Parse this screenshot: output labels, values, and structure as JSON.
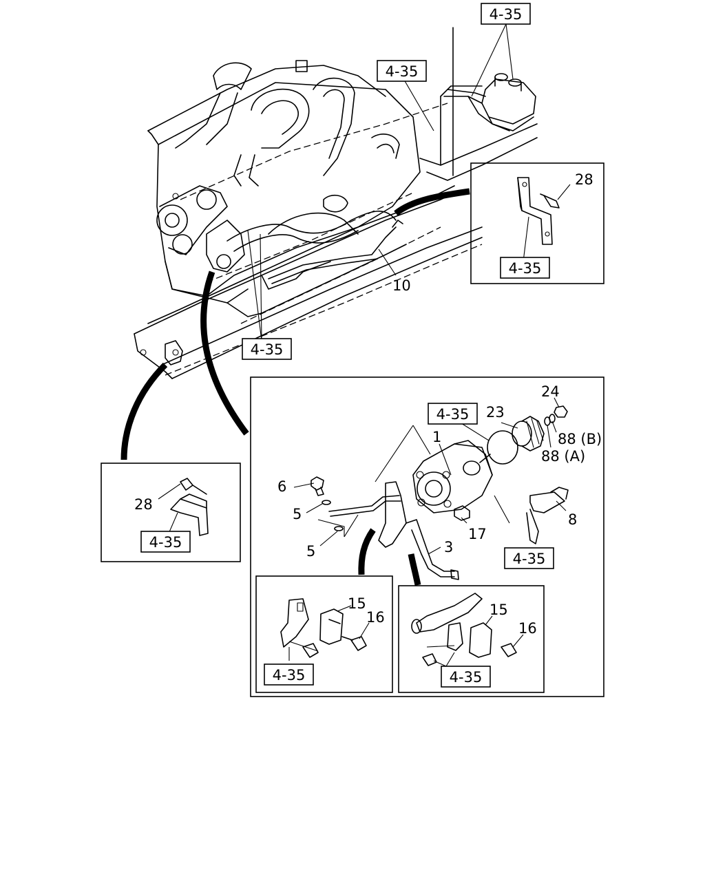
{
  "ref_code": "4-35",
  "part_numbers": {
    "p1": "1",
    "p3": "3",
    "p5": "5",
    "p6": "6",
    "p8": "8",
    "p10": "10",
    "p15": "15",
    "p16": "16",
    "p17": "17",
    "p23": "23",
    "p24": "24",
    "p28": "28",
    "p88a": "88 (A)",
    "p88b": "88 (B)"
  }
}
